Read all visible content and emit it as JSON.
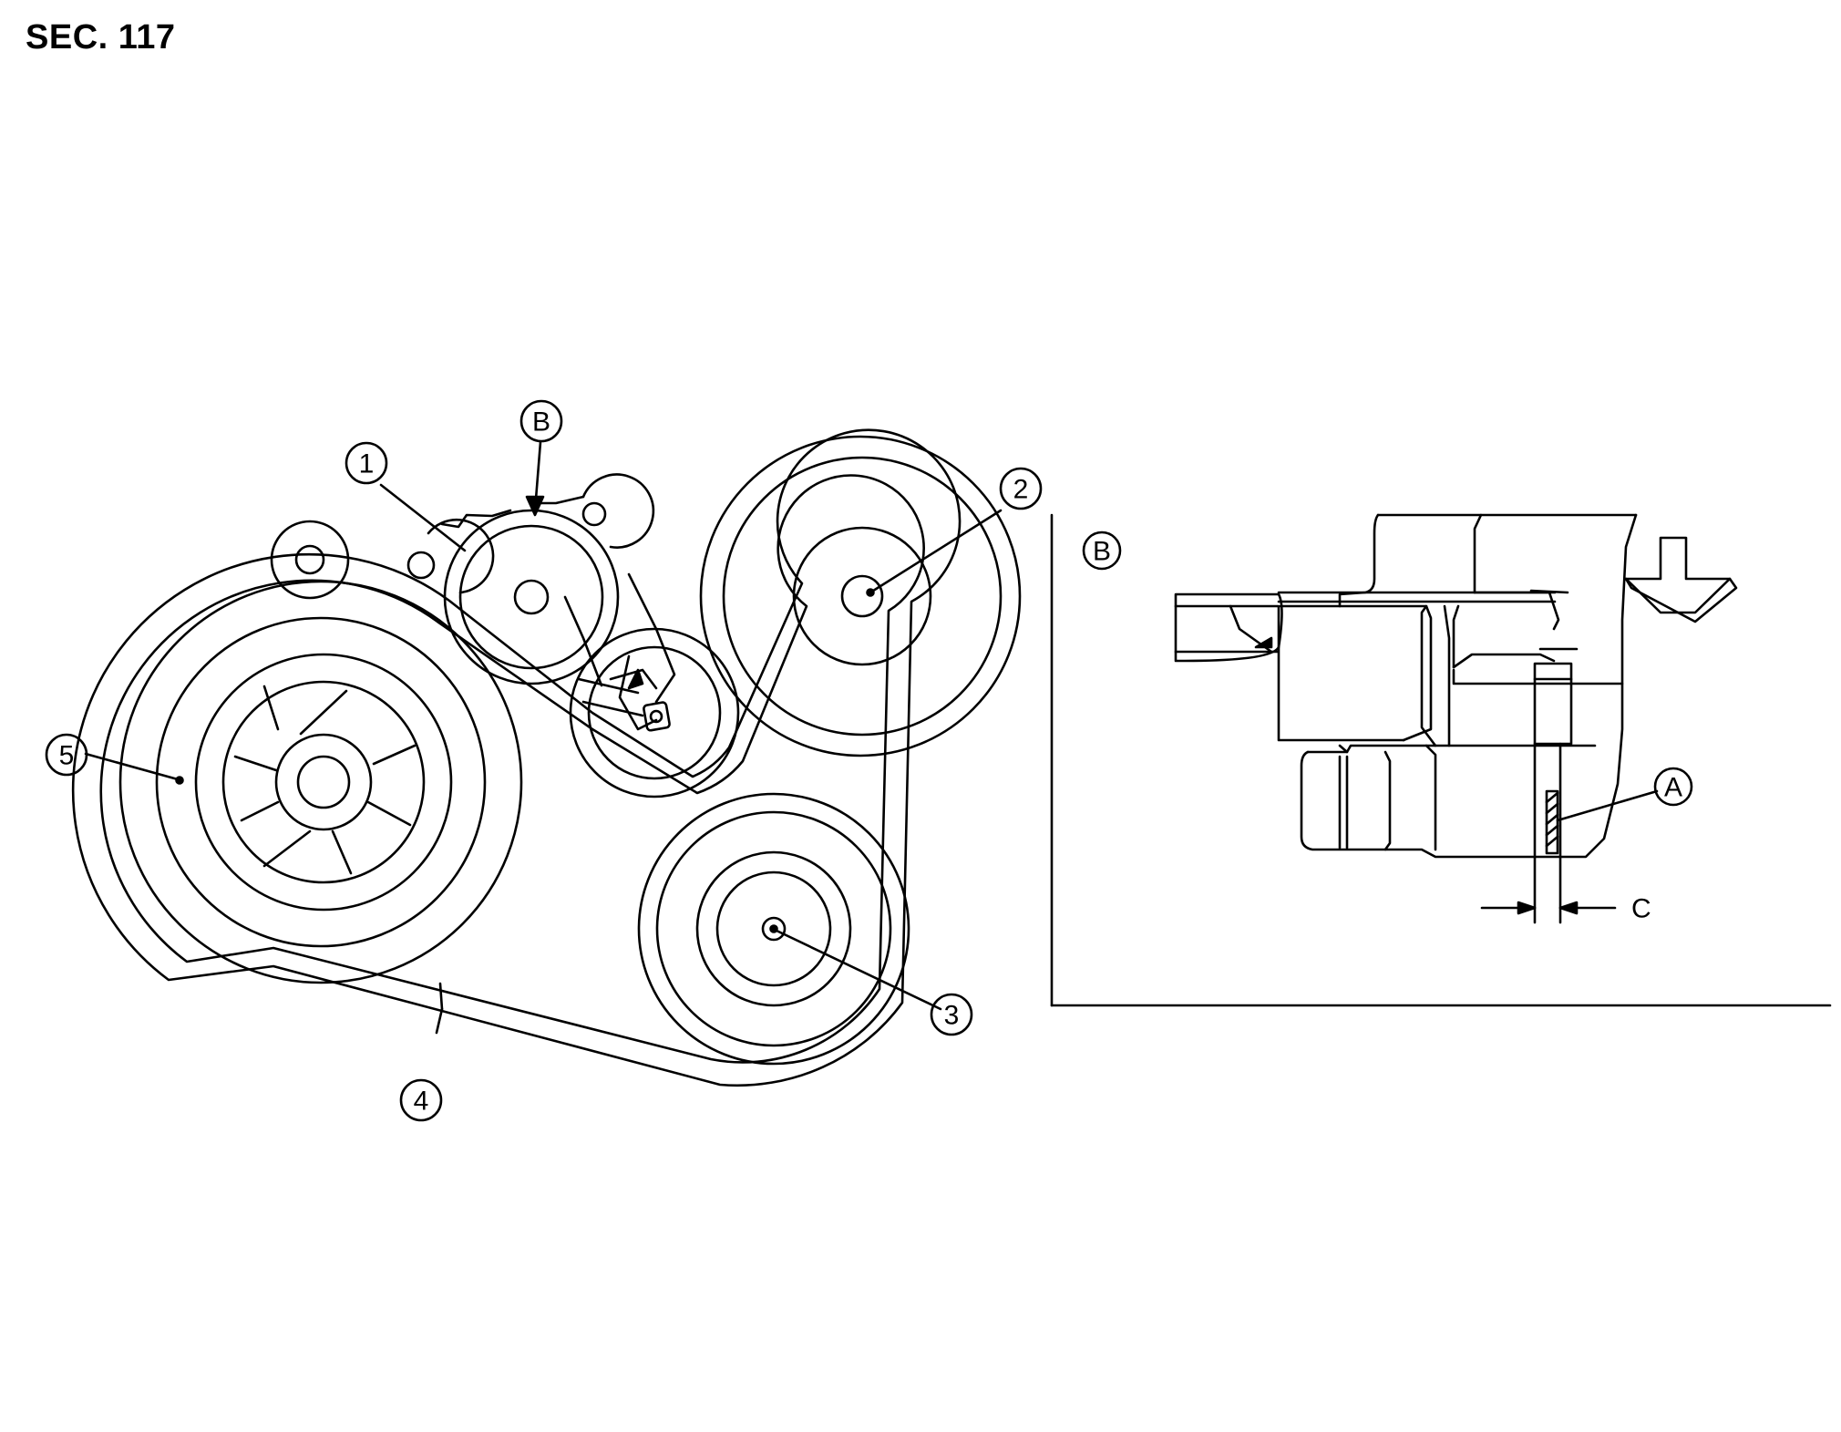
{
  "header": {
    "section": "SEC. 117"
  },
  "callouts": {
    "item_1": "1",
    "item_2": "2",
    "item_3": "3",
    "item_4": "4",
    "item_5": "5",
    "view_b": "B",
    "detail_view_b": "B",
    "mark_a": "A",
    "range_c": "C"
  },
  "colors": {
    "line": "#000000",
    "background": "#ffffff"
  }
}
